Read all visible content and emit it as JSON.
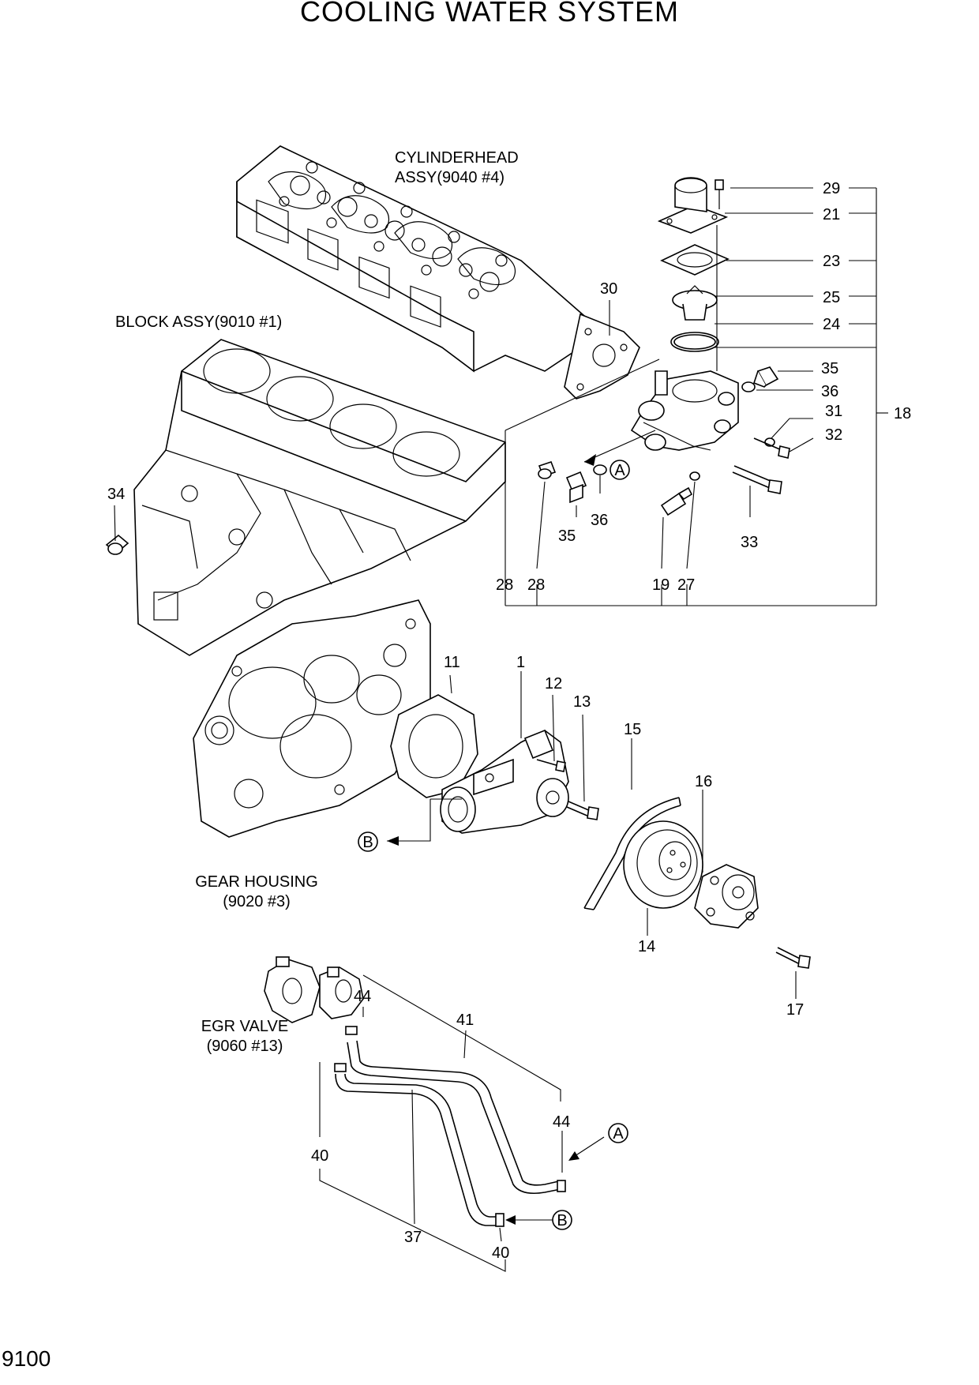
{
  "title": "COOLING WATER SYSTEM",
  "page_number": "9100",
  "captions": {
    "cylinderhead_1": "CYLINDERHEAD",
    "cylinderhead_2": "ASSY(9040 #4)",
    "block": "BLOCK ASSY(9010 #1)",
    "gear_1": "GEAR HOUSING",
    "gear_2": "(9020 #3)",
    "egr_1": "EGR VALVE",
    "egr_2": "(9060 #13)"
  },
  "callouts": {
    "c29": "29",
    "c21": "21",
    "c23": "23",
    "c25": "25",
    "c24": "24",
    "c35a": "35",
    "c36a": "36",
    "c31": "31",
    "c32": "32",
    "c18": "18",
    "c30": "30",
    "c34": "34",
    "c35b": "35",
    "c36b": "36",
    "c33": "33",
    "c28a": "28",
    "c28b": "28",
    "c19": "19",
    "c27": "27",
    "c11": "11",
    "c1": "1",
    "c12": "12",
    "c13": "13",
    "c15": "15",
    "c16": "16",
    "c14": "14",
    "c17": "17",
    "c44a": "44",
    "c41": "41",
    "c44b": "44",
    "c40a": "40",
    "c37": "37",
    "c40b": "40"
  },
  "markers": {
    "a1": "A",
    "a2": "A",
    "b1": "B",
    "b2": "B"
  }
}
